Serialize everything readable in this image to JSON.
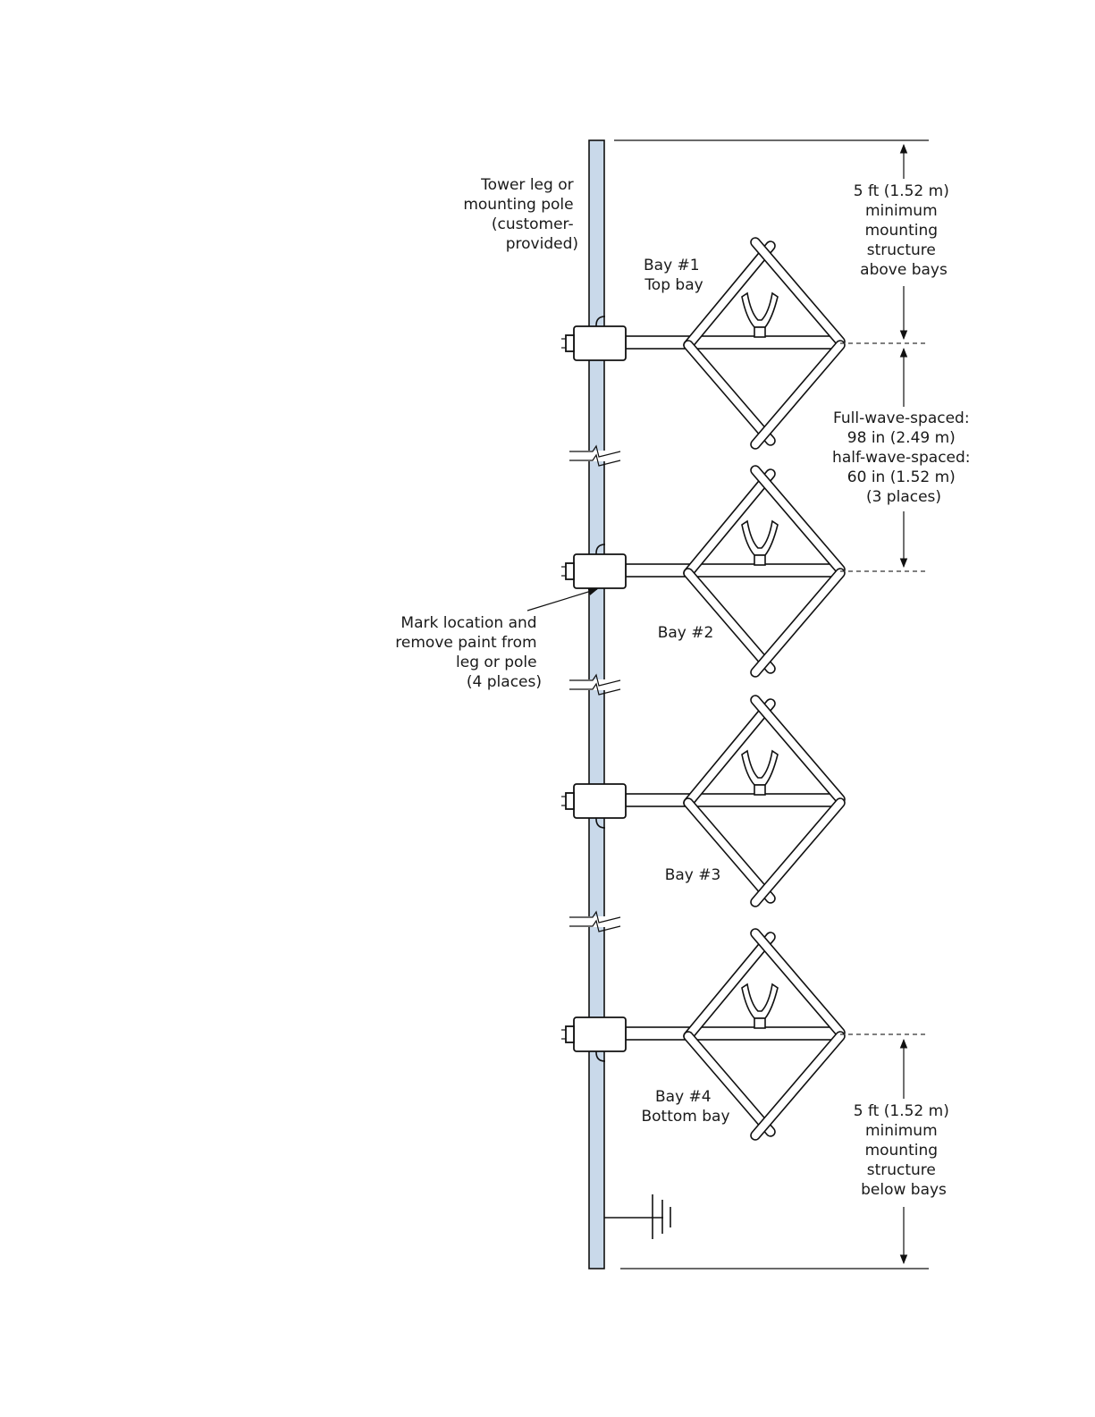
{
  "labels": {
    "tower": [
      "Tower leg or",
      "mounting pole",
      "(customer-",
      "provided)"
    ],
    "bay1": [
      "Bay #1",
      "Top bay"
    ],
    "bay2": [
      "Bay #2"
    ],
    "bay3": [
      "Bay #3"
    ],
    "bay4": [
      "Bay #4",
      "Bottom bay"
    ],
    "mark": [
      "Mark location and",
      "remove paint from",
      "leg or pole",
      "(4 places)"
    ],
    "top_dim": [
      "5 ft (1.52 m)",
      "minimum",
      "mounting",
      "structure",
      "above bays"
    ],
    "spacing_dim": [
      "Full-wave-spaced:",
      "98 in (2.49 m)",
      "half-wave-spaced:",
      "60 in (1.52 m)",
      "(3 places)"
    ],
    "bottom_dim": [
      "5 ft (1.52 m)",
      "minimum",
      "mounting",
      "structure",
      "below bays"
    ]
  },
  "colors": {
    "mast_fill": "#c9d9ea",
    "line": "#111111"
  },
  "icons": [
    "ground-symbol-icon",
    "break-symbol-icon",
    "arrow-icon"
  ]
}
